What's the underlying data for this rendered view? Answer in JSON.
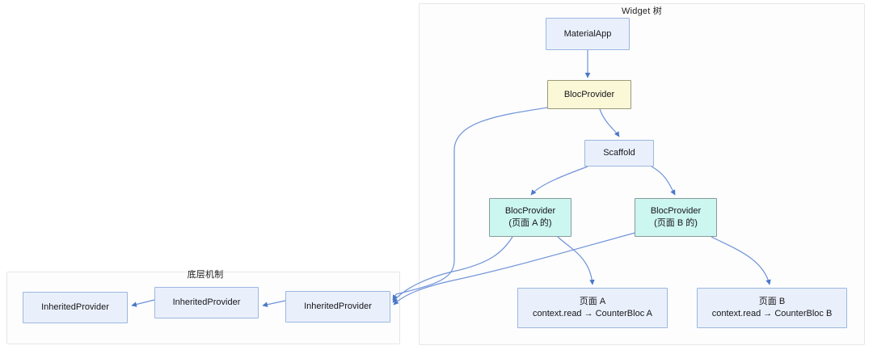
{
  "diagram": {
    "type": "flowchart",
    "panels": [
      {
        "id": "widget-tree",
        "title": "Widget 树"
      },
      {
        "id": "underlying-mechanism",
        "title": "底层机制"
      }
    ],
    "nodes": [
      {
        "id": "materialapp",
        "label": "MaterialApp",
        "sublabel": ""
      },
      {
        "id": "blocprovider-root",
        "label": "BlocProvider",
        "sublabel": ""
      },
      {
        "id": "scaffold",
        "label": "Scaffold",
        "sublabel": ""
      },
      {
        "id": "blocprovider-a",
        "label": "BlocProvider",
        "sublabel": "(页面 A 的)"
      },
      {
        "id": "blocprovider-b",
        "label": "BlocProvider",
        "sublabel": "(页面 B 的)"
      },
      {
        "id": "page-a",
        "label": "页面 A",
        "sublabel": "context.read → CounterBloc A"
      },
      {
        "id": "page-b",
        "label": "页面 B",
        "sublabel": "context.read → CounterBloc B"
      },
      {
        "id": "inherited-1",
        "label": "InheritedProvider",
        "sublabel": ""
      },
      {
        "id": "inherited-2",
        "label": "InheritedProvider",
        "sublabel": ""
      },
      {
        "id": "inherited-3",
        "label": "InheritedProvider",
        "sublabel": ""
      }
    ],
    "edges": [
      {
        "from": "materialapp",
        "to": "blocprovider-root",
        "arrow": true
      },
      {
        "from": "blocprovider-root",
        "to": "scaffold",
        "arrow": true
      },
      {
        "from": "scaffold",
        "to": "blocprovider-a",
        "arrow": true
      },
      {
        "from": "scaffold",
        "to": "blocprovider-b",
        "arrow": true
      },
      {
        "from": "blocprovider-a",
        "to": "page-a",
        "arrow": true
      },
      {
        "from": "blocprovider-b",
        "to": "page-b",
        "arrow": true
      },
      {
        "from": "blocprovider-root",
        "to": "inherited-3",
        "arrow": true
      },
      {
        "from": "blocprovider-a",
        "to": "inherited-3",
        "arrow": true
      },
      {
        "from": "blocprovider-b",
        "to": "inherited-3",
        "arrow": true
      },
      {
        "from": "inherited-3",
        "to": "inherited-2",
        "arrow": true
      },
      {
        "from": "inherited-2",
        "to": "inherited-1",
        "arrow": true
      }
    ],
    "colors": {
      "edge": "#6f93d8",
      "node_blue_fill": "#e3ecfa",
      "node_blue_stroke": "#9bb7e0",
      "node_yellow_fill": "#fbf8d8",
      "node_yellow_stroke": "#9a9a78",
      "node_mint_fill": "#ccf6f0",
      "node_mint_stroke": "#8a9a9a",
      "panel_stroke": "#e6e6e6",
      "background": "#ffffff"
    }
  }
}
